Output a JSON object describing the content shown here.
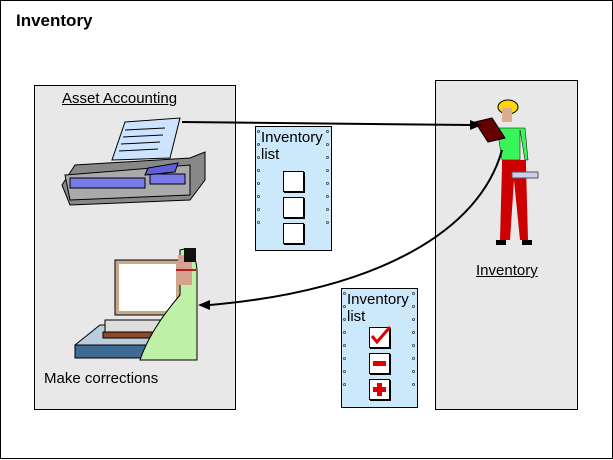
{
  "title": "Inventory",
  "left_panel": {
    "label": "Asset Accounting",
    "caption": "Make corrections"
  },
  "right_panel": {
    "label": "Inventory"
  },
  "list_blank": {
    "title_line1": "Inventory",
    "title_line2": "list",
    "items": [
      "empty",
      "empty",
      "empty"
    ]
  },
  "list_marked": {
    "title_line1": "Inventory",
    "title_line2": "list",
    "items": [
      "check-icon",
      "minus-icon",
      "plus-icon"
    ]
  },
  "colors": {
    "panel": "#e8e8e8",
    "list": "#cce8fb",
    "mark": "#e00000"
  }
}
